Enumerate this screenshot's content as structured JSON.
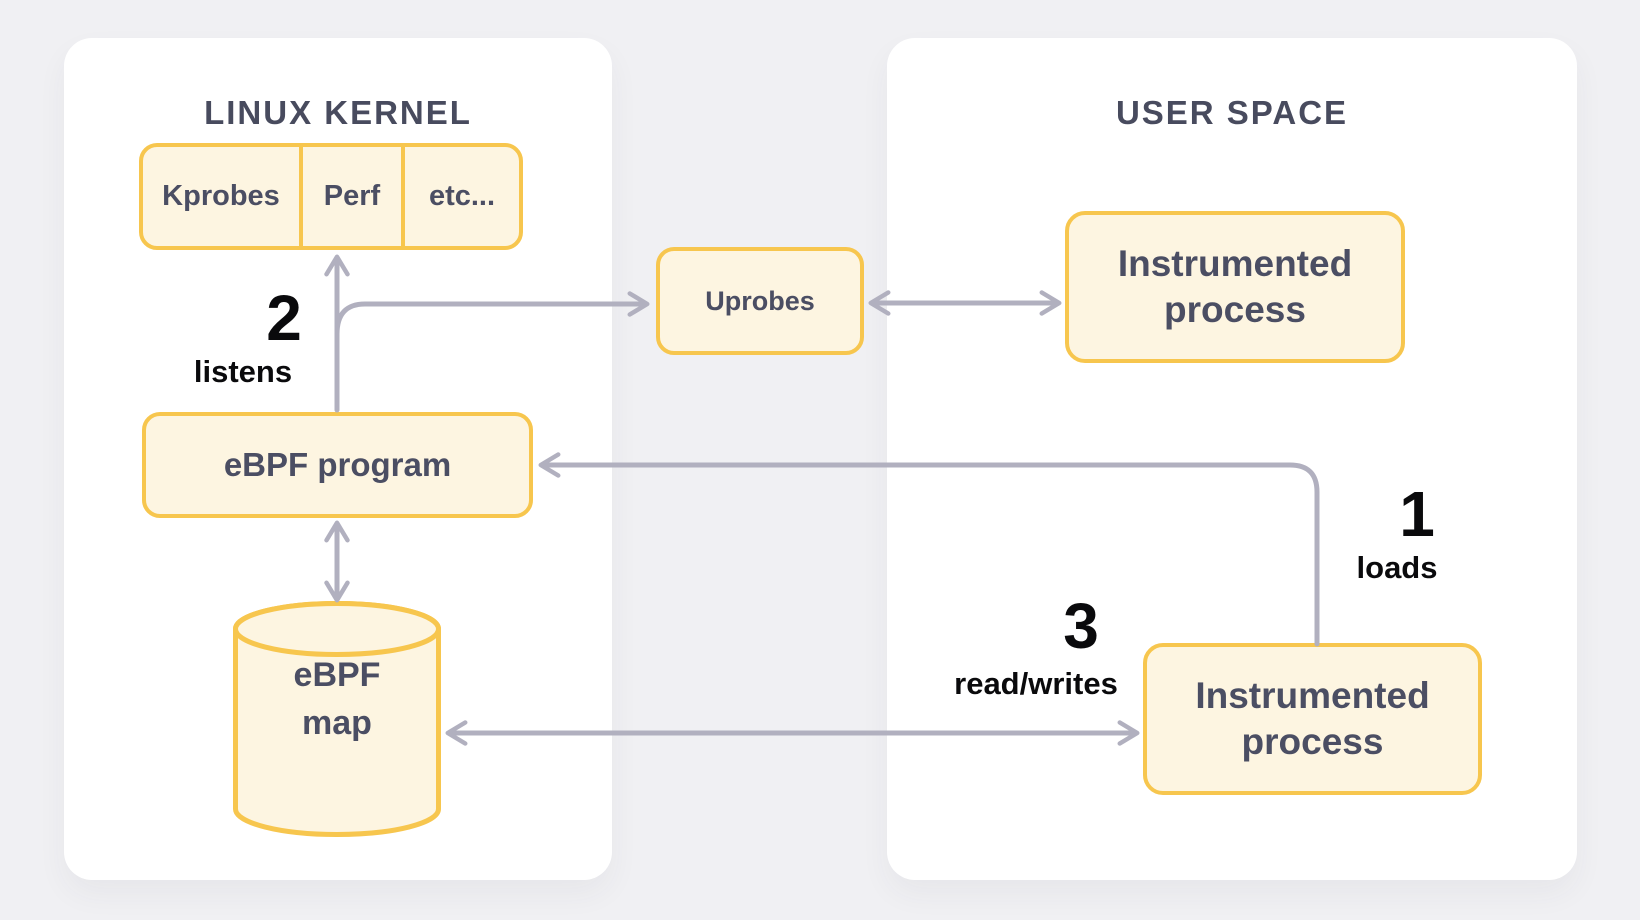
{
  "diagram": {
    "kernel_panel": {
      "title": "LINUX KERNEL",
      "probe_row": {
        "kprobes": "Kprobes",
        "perf": "Perf",
        "etc": "etc..."
      },
      "ebpf_program": "eBPF program",
      "ebpf_map": "eBPF map"
    },
    "user_panel": {
      "title": "USER SPACE",
      "instrumented_process_top": "Instrumented process",
      "instrumented_process_bottom": "Instrumented process"
    },
    "middle": {
      "uprobes": "Uprobes"
    },
    "steps": {
      "loads": {
        "number": "1",
        "label": "loads"
      },
      "listens": {
        "number": "2",
        "label": "listens"
      },
      "read_writes": {
        "number": "3",
        "label": "read/writes"
      }
    },
    "colors": {
      "page_background": "#f0f0f3",
      "panel_background": "#ffffff",
      "node_border": "#f7c64e",
      "node_fill": "#fdf5e1",
      "node_text": "#4b4e63",
      "panel_title_text": "#484b5e",
      "arrow": "#b1b0bf",
      "step_text": "#0a0a0c"
    }
  }
}
